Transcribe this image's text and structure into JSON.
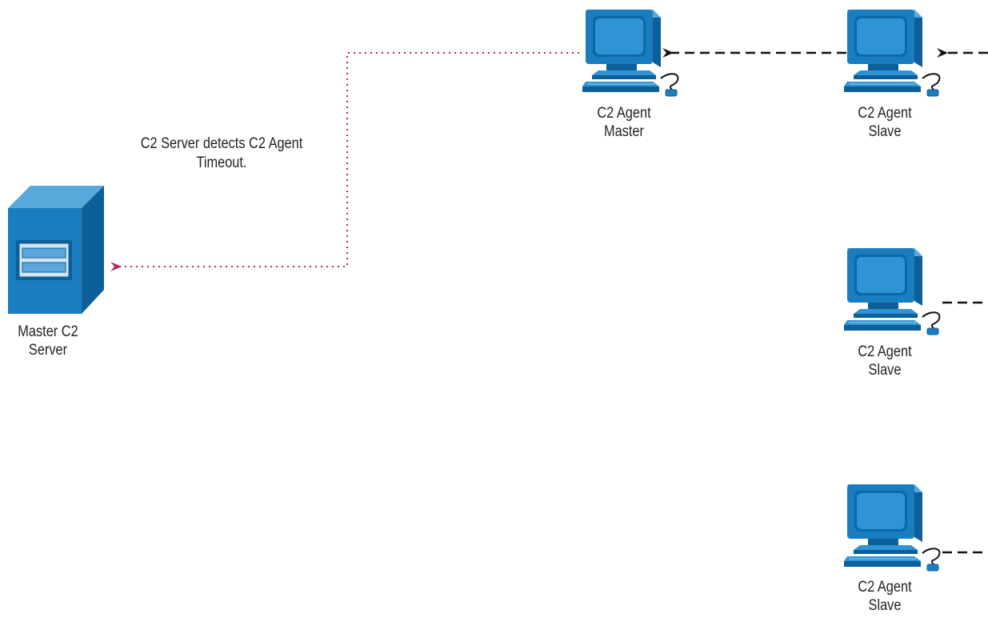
{
  "annotation": {
    "line1": "C2 Server detects C2 Agent",
    "line2": "Timeout."
  },
  "server": {
    "line1": "Master C2",
    "line2": "Server",
    "icon": "server-icon"
  },
  "agents": [
    {
      "line1": "C2 Agent",
      "line2": "Master",
      "icon": "workstation-icon"
    },
    {
      "line1": "C2 Agent",
      "line2": "Slave",
      "icon": "workstation-icon"
    },
    {
      "line1": "C2 Agent",
      "line2": "Slave",
      "icon": "workstation-icon"
    },
    {
      "line1": "C2 Agent",
      "line2": "Slave",
      "icon": "workstation-icon"
    }
  ],
  "colors": {
    "device_blue": "#1a7dc0",
    "device_dark": "#0d5f99",
    "device_light": "#9fd0f0",
    "timeout_line": "#b02850",
    "link_line": "#111111"
  }
}
